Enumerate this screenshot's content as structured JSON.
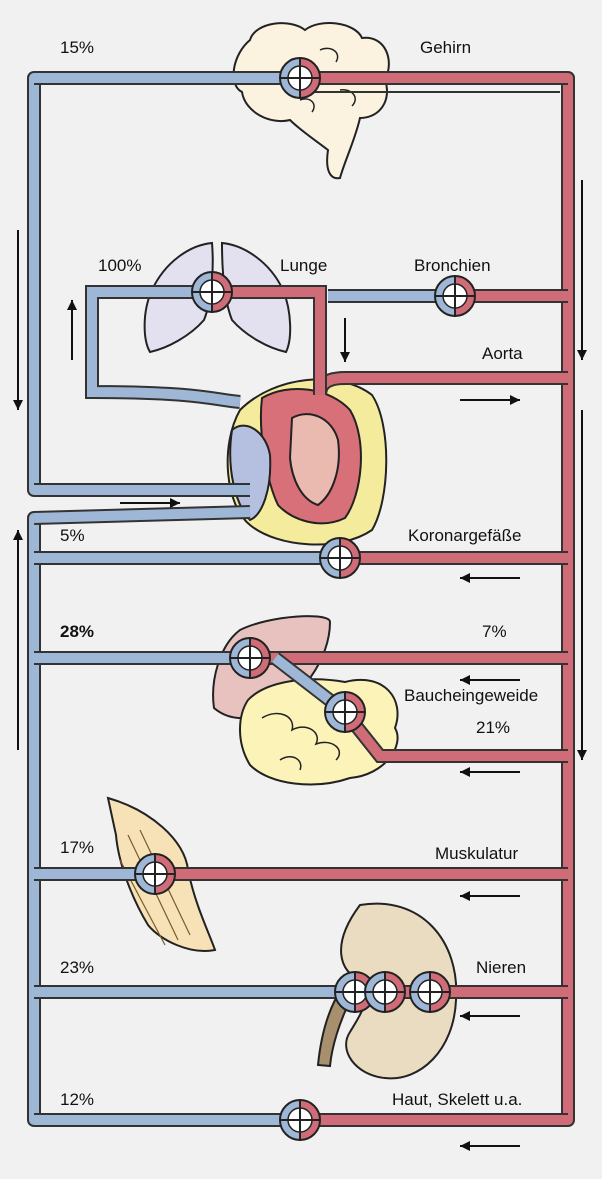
{
  "labels": {
    "brain_percent": "15%",
    "brain": "Gehirn",
    "lung_percent": "100%",
    "lung": "Lunge",
    "bronchi": "Bronchien",
    "aorta": "Aorta",
    "coronary_percent": "5%",
    "coronary": "Koronargefäße",
    "liver_percent": "28%",
    "abdominal_arterial_percent": "7%",
    "abdominal": "Baucheingeweide",
    "abdominal_percent": "21%",
    "muscle_percent": "17%",
    "muscle": "Muskulatur",
    "kidney_percent": "23%",
    "kidney": "Nieren",
    "skin_percent": "12%",
    "skin": "Haut, Skelett u.a."
  },
  "colors": {
    "venous": "#9fb7d6",
    "arterial": "#cf6c78",
    "background": "#f1f1f1",
    "outline": "#333333"
  }
}
